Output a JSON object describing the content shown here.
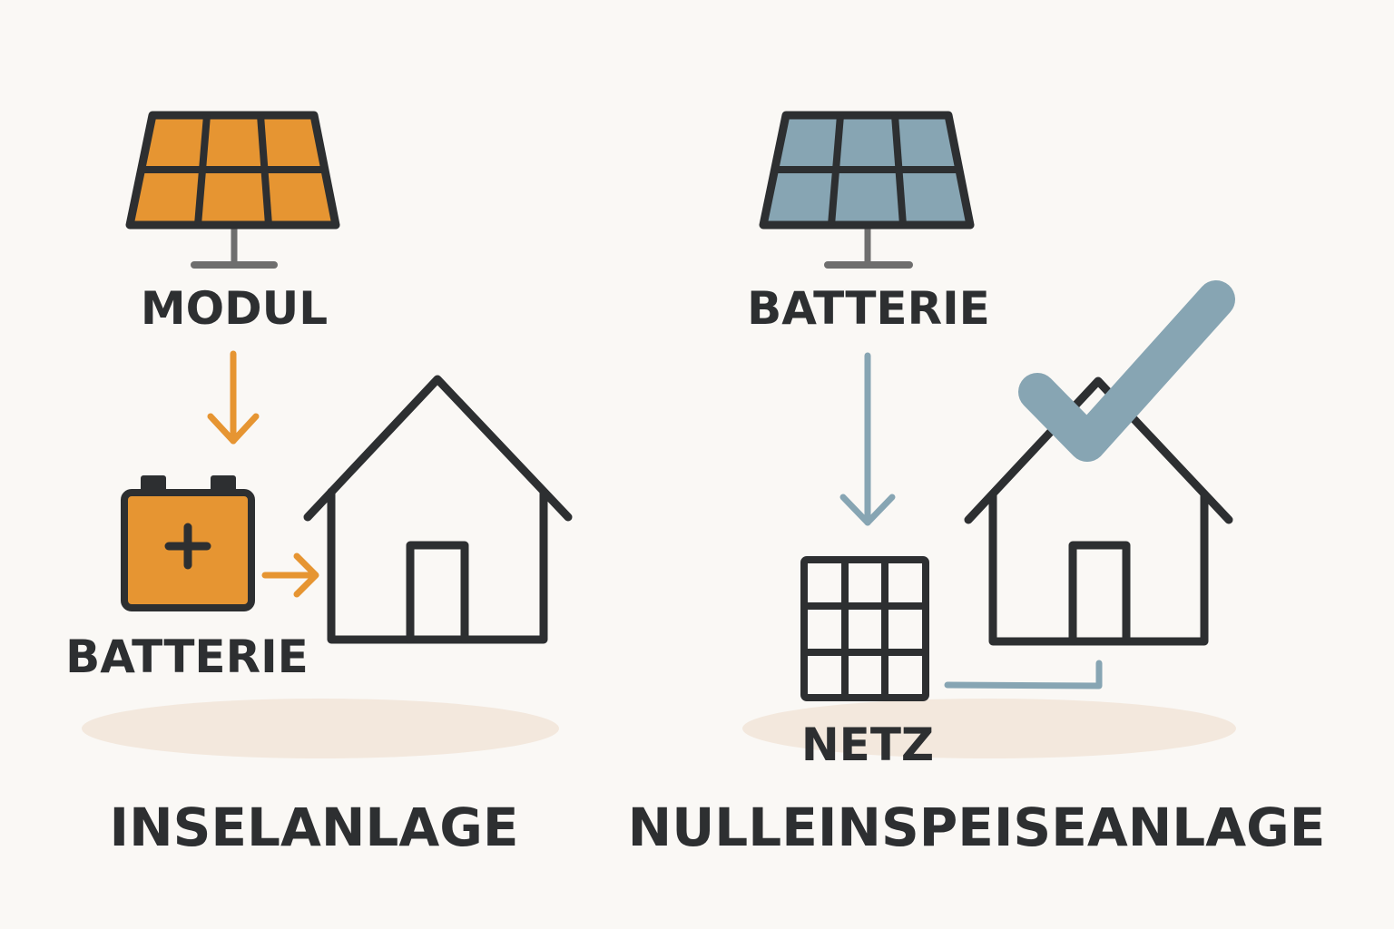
{
  "colors": {
    "background": "#faf8f5",
    "outline": "#2d2f31",
    "orange": "#e69532",
    "blue_gray": "#87a5b3",
    "stand_gray": "#6e6e6e",
    "shadow": "#f3e8dd"
  },
  "left": {
    "module_label": "MODUL",
    "battery_label": "BATTERIE",
    "system_title": "INSELANLAGE",
    "icons": [
      "solar-panel-icon",
      "battery-icon",
      "house-icon",
      "arrow-down-icon",
      "arrow-right-icon"
    ]
  },
  "right": {
    "battery_label": "BATTERIE",
    "grid_label": "NETZ",
    "system_title": "NULLEINSPEISEANLAGE",
    "icons": [
      "solar-panel-icon",
      "grid-icon",
      "house-icon",
      "checkmark-icon",
      "arrow-down-icon"
    ]
  }
}
